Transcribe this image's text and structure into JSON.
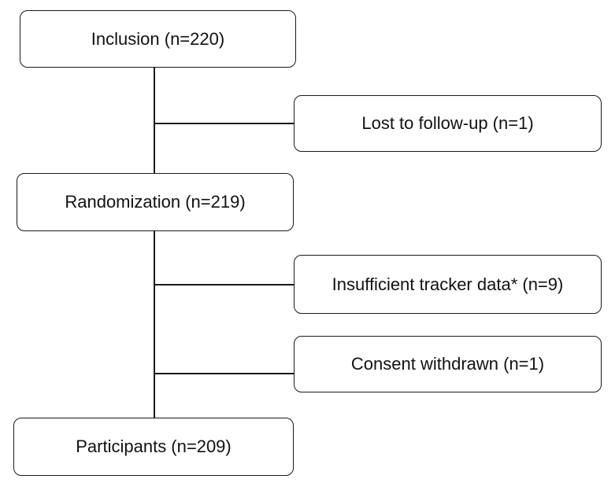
{
  "flowchart": {
    "inclusion": "Inclusion (n=220)",
    "lost_to_follow_up": "Lost to follow-up (n=1)",
    "randomization": "Randomization (n=219)",
    "insufficient_tracker_data": "Insufficient tracker data* (n=9)",
    "consent_withdrawn": "Consent withdrawn (n=1)",
    "participants": "Participants (n=209)"
  },
  "colors": {
    "line": "#1a1a1a",
    "text": "#111111",
    "background": "#ffffff"
  }
}
